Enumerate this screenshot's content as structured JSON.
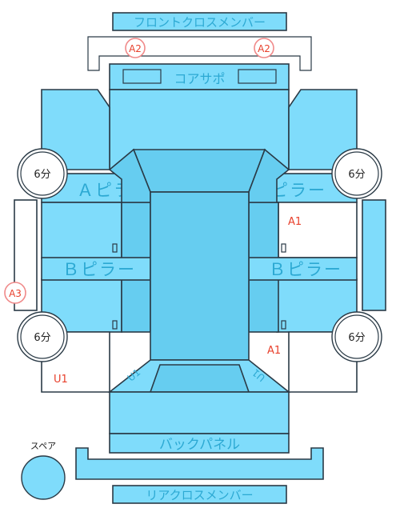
{
  "labels": {
    "front_cross_member": "フロントクロスメンバー",
    "core_support": "コアサポ",
    "a_pillar": "Ａピラー",
    "b_pillar": "Ｂピラー",
    "back_panel": "バックパネル",
    "rear_cross_member": "リアクロスメンバー",
    "spare": "スペア"
  },
  "markers": {
    "front_left": "A2",
    "front_right": "A2",
    "side_left": "A3"
  },
  "annotations": {
    "a1_upper": "A1",
    "a1_lower": "A1",
    "u1": "U1",
    "u1_left": "U1",
    "u1_right": "U1"
  },
  "tires": {
    "front_left": "6分",
    "front_right": "6分",
    "rear_left": "6分",
    "rear_right": "6分"
  },
  "colors": {
    "panel": "#7fdcfb",
    "label": "#2ca9d3",
    "damage": "#e8402c"
  }
}
